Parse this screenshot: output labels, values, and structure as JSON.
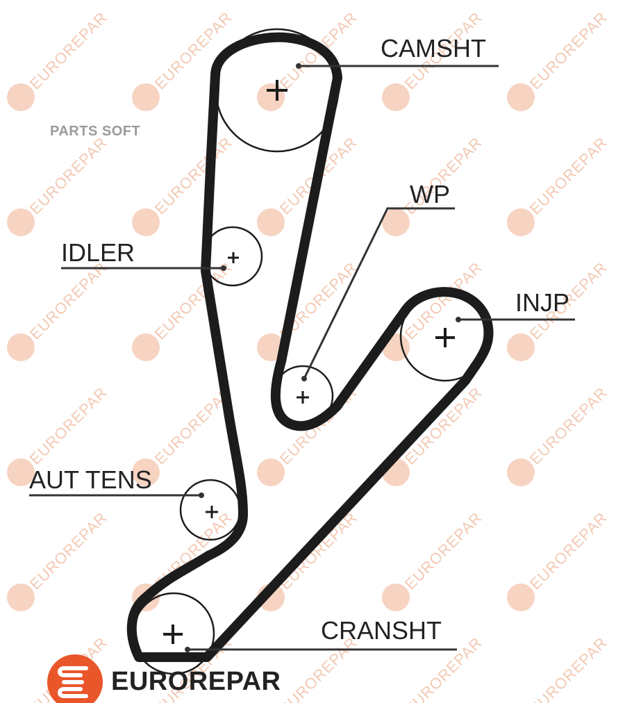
{
  "watermark_text": "EUROREPAR",
  "corner_text": "PARTS SOFT",
  "brand_name": "EUROREPAR",
  "colors": {
    "belt": "#1c1c1c",
    "brand_orange": "#e8562a",
    "watermark": "#f2c9b4"
  },
  "labels": {
    "camshaft": "CAMSHT",
    "water_pump": "WP",
    "idler": "IDLER",
    "injection_pump": "INJP",
    "auto_tensioner": "AUT TENS",
    "crankshaft": "CRANSHT"
  }
}
